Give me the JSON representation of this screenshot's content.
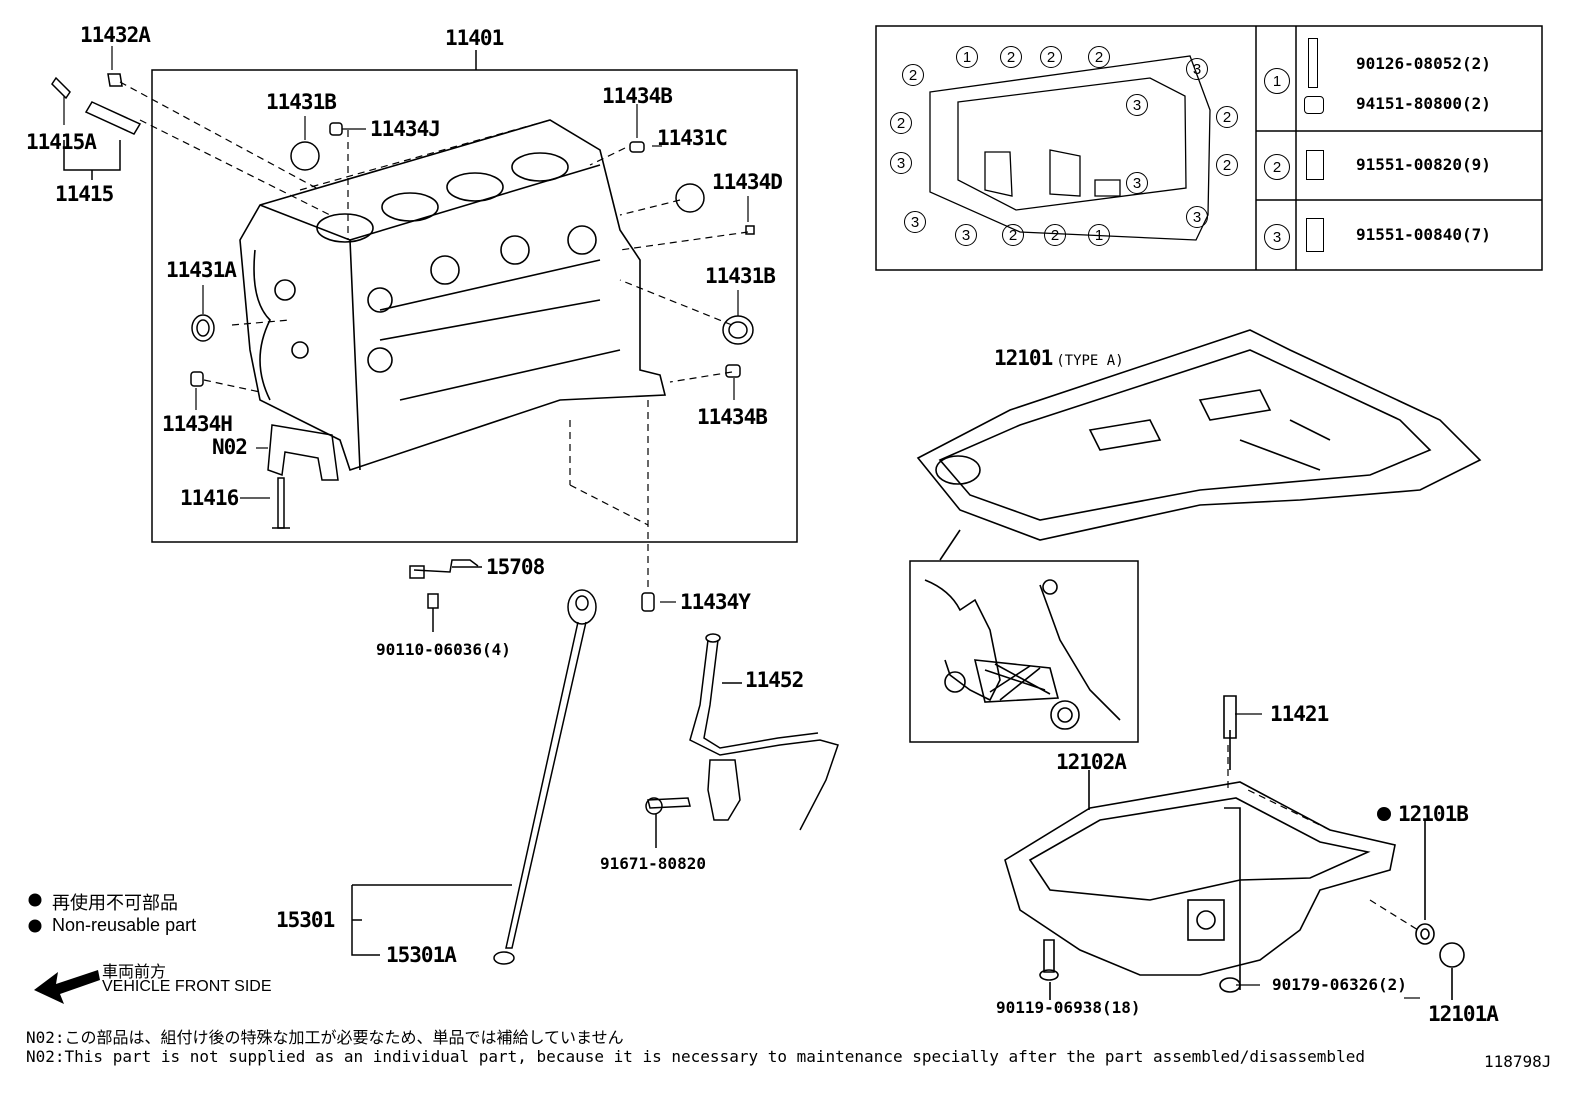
{
  "parts": {
    "p11432A": "11432A",
    "p11401": "11401",
    "p11415A": "11415A",
    "p11415": "11415",
    "p11431B_top": "11431B",
    "p11434J": "11434J",
    "p11434B_top": "11434B",
    "p11431C": "11431C",
    "p11434D": "11434D",
    "p11431A": "11431A",
    "p11431B_right": "11431B",
    "p11434H": "11434H",
    "p11434B_right": "11434B",
    "pN02": "N02",
    "p11416": "11416",
    "p15708": "15708",
    "p90110": "90110-06036(4)",
    "p11434Y": "11434Y",
    "p11452": "11452",
    "p91671": "91671-80820",
    "p15301": "15301",
    "p15301A": "15301A",
    "p12101": "12101",
    "p12101_type": "(TYPE A)",
    "p11421": "11421",
    "p12102A": "12102A",
    "p12101B": "12101B",
    "p12101A": "12101A",
    "p90119": "90119-06938(18)",
    "p90179": "90179-06326(2)"
  },
  "bolt_table": {
    "row1_a": "90126-08052(2)",
    "row1_b": "94151-80800(2)",
    "row2": "91551-00820(9)",
    "row3": "91551-00840(7)",
    "n1": "1",
    "n2": "2",
    "n3": "3"
  },
  "legend": {
    "jp": "再使用不可部品",
    "en": "Non-reusable part",
    "front_jp": "車両前方",
    "front_en": "VEHICLE FRONT SIDE"
  },
  "notes": {
    "n02_jp": "N02:この部品は、組付け後の特殊な加工が必要なため、単品では補給していません",
    "n02_en": "N02:This part is not supplied as an individual part, because it is necessary to maintenance specially after the part assembled/disassembled"
  },
  "figure_id": "118798J"
}
